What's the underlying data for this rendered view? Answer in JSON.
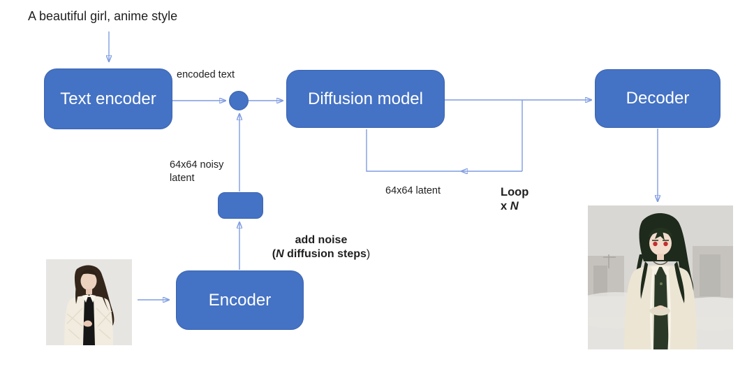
{
  "diagram": {
    "prompt_text": "A beautiful girl, anime style",
    "nodes": {
      "text_encoder": "Text encoder",
      "diffusion_model": "Diffusion model",
      "decoder": "Decoder",
      "encoder": "Encoder"
    },
    "labels": {
      "encoded_text": "encoded text",
      "noisy_latent_line1": "64x64 noisy",
      "noisy_latent_line2": "latent",
      "latent": "64x64 latent",
      "loop_title": "Loop",
      "loop_prefix": "x ",
      "loop_n": "N",
      "add_noise_title": "add noise",
      "add_noise_open": "(",
      "add_noise_n": "N",
      "add_noise_rest": " diffusion steps",
      "add_noise_close": ")"
    },
    "icons": {
      "input_photo": "photo-of-woman-in-cream-jacket",
      "output_photo": "anime-girl-generated-image"
    },
    "colors": {
      "box_fill": "#4472c4",
      "box_border": "#3c64b1",
      "connector": "#7e9ce2",
      "arrowhead": "#4371c7",
      "node_text": "#ffffff",
      "label_text": "#1f1f1f"
    }
  }
}
